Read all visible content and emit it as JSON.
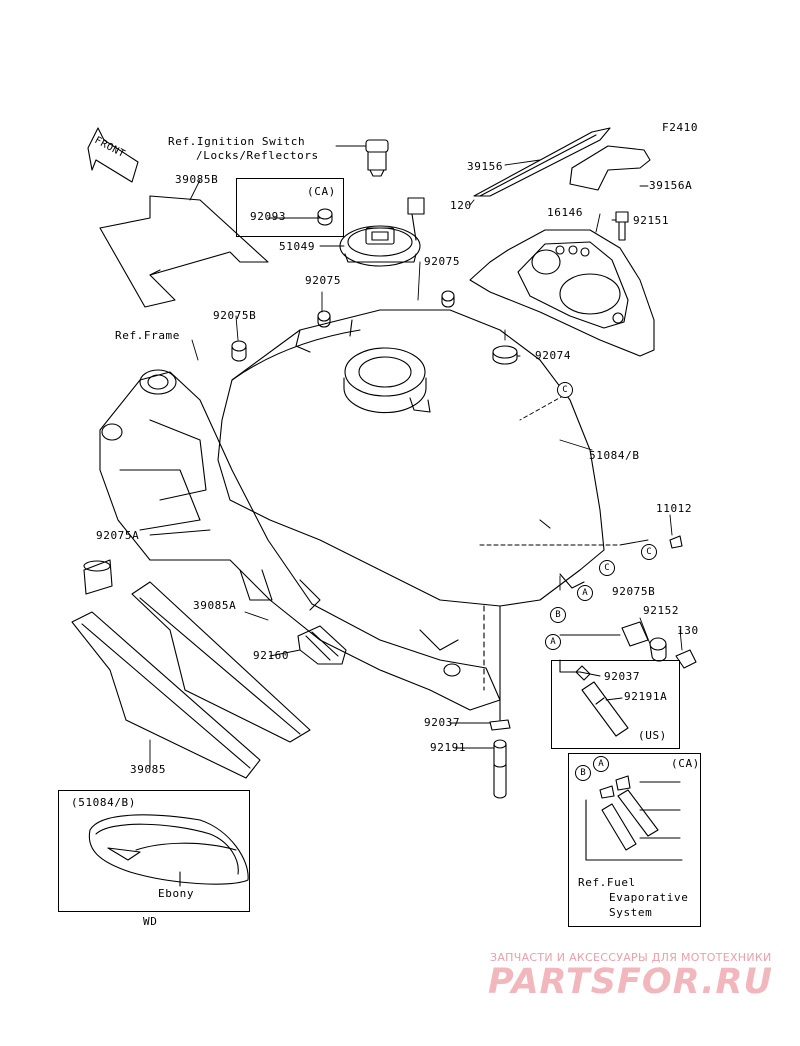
{
  "figure_code": "F2410",
  "front_arrow_label": "FRONT",
  "refs": {
    "ignition_line1": "Ref.Ignition Switch",
    "ignition_line2": "/Locks/Reflectors",
    "frame": "Ref.Frame",
    "fuel_line1": "Ref.Fuel",
    "fuel_line2": "Evaporative",
    "fuel_line3": "System"
  },
  "region_tags": {
    "ca_top": "(CA)",
    "us": "(US)",
    "ca_bottom": "(CA)"
  },
  "parts": {
    "p39156": "39156",
    "p39156a": "39156A",
    "p120": "120",
    "p16146": "16146",
    "p92151": "92151",
    "p39085b": "39085B",
    "p92093": "92093",
    "p51049": "51049",
    "p92075_top": "92075",
    "p92075_left": "92075",
    "p92074": "92074",
    "p92075b_top": "92075B",
    "p51084b": "51084/B",
    "p11012": "11012",
    "p92075a": "92075A",
    "p39085a": "39085A",
    "p92075b_right": "92075B",
    "p92152": "92152",
    "p130": "130",
    "p92160": "92160",
    "p92037_inset": "92037",
    "p92191a": "92191A",
    "p92037": "92037",
    "p92191": "92191",
    "p39085": "39085"
  },
  "callouts": {
    "a": "A",
    "b": "B",
    "c": "C"
  },
  "inset": {
    "title": "(51084/B)",
    "finish": "Ebony",
    "code": "WD"
  },
  "watermark": {
    "tagline": "ЗАПЧАСТИ И АКСЕССУАРЫ ДЛЯ МОТОТЕХНИКИ",
    "logo": "PARTSFOR.RU"
  },
  "colors": {
    "line": "#000000",
    "watermark": "#f1b7bd"
  }
}
